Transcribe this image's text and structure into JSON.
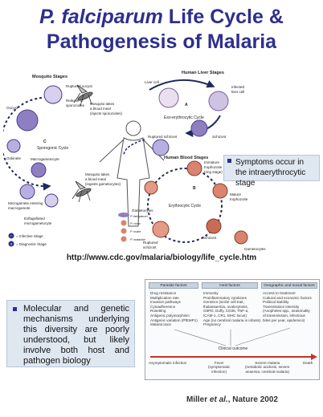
{
  "title": {
    "species": "P. falciparum",
    "rest_line1": " Life Cycle &",
    "line2": "Pathogenesis of Malaria"
  },
  "lifecycle": {
    "mosquito_stages": "Mosquito Stages",
    "human_liver_stages": "Human Liver Stages",
    "human_blood_stages": "Human Blood Stages",
    "ruptured_oocyst": "Ruptured oocyst",
    "release_sporozoites_1": "Release of",
    "release_sporozoites_2": "sporozoites",
    "oocyst": "Oocyst",
    "sporogonic_cycle": "Sporogonic Cycle",
    "ookinete": "Ookinete",
    "macrogametocyte": "Macrogametocyte",
    "microgamete_1": "Microgamete entering",
    "microgamete_2": "macrogamete",
    "exflagellated_1": "Exflagellated",
    "exflagellated_2": "microgametocyte",
    "mosquito_blood_meal_top_1": "Mosquito takes",
    "mosquito_blood_meal_top_2": "a blood meal",
    "mosquito_blood_meal_top_3": "(injects sporozoites)",
    "mosquito_blood_meal_bot_1": "Mosquito takes",
    "mosquito_blood_meal_bot_2": "a blood meal",
    "mosquito_blood_meal_bot_3": "(ingests gametocytes)",
    "liver_cell": "Liver cell",
    "infected_liver_cell_1": "Infected",
    "infected_liver_cell_2": "liver cell",
    "exo_erythrocytic_cycle": "Exo-erythrocytic Cycle",
    "schizont": "Schizont",
    "ruptured_schizont": "Ruptured schizont",
    "immature_trophozoite_1": "Immature",
    "immature_trophozoite_2": "trophozoite",
    "immature_trophozoite_3": "(ring stage)",
    "erythrocytic_cycle": "Erythrocytic Cycle",
    "mature_trophozoite_1": "Mature",
    "mature_trophozoite_2": "trophozoite",
    "ruptured_schizont_blood_1": "Ruptured",
    "ruptured_schizont_blood_2": "schizont",
    "schizont_blood": "Schizont",
    "gametocytes_left": "Gametocytes",
    "gametocytes_right": "Gametocytes",
    "p_falciparum": "P. falciparum",
    "p_vivax": "P. vivax",
    "p_ovale": "P. ovale",
    "p_malariae": "P. malariae",
    "infective_stage": "= Infective Stage",
    "diagnostic_stage": "= Diagnostic Stage",
    "step_marks": [
      "A",
      "B",
      "C",
      "i",
      "d"
    ]
  },
  "symptom_note": "Symptoms occur in the intraerythrocytic stage",
  "url": "http://www.cdc.gov/malaria/biology/life_cycle.htm",
  "mechanisms_note": "Molecular and genetic mechanisms underlying this diversity are poorly understood, but likely involve both host and pathogen biology",
  "factors": {
    "parasite_header": "Parasite factors",
    "host_header": "Host factors",
    "geo_header": "Geographic and social factors",
    "parasite_items": [
      "Drug resistance",
      "Multiplication rate",
      "Invasion pathways",
      "Cytoadherence",
      "Rosetting",
      "Antigenic polymorphism",
      "Antigenic variation (PfEMP1)",
      "Malaria toxin"
    ],
    "host_items": [
      "Immunity",
      "Proinflammatory cytokines",
      "Genetics (sickle cell trait,",
      "  thalassaemia, ovalocytosis,",
      "  G6PD, Duffy, CD36, TNF-α,",
      "  ICAM-1, CR1, MHC locus)",
      "Age (no cerebral malaria in infants)",
      "Pregnancy"
    ],
    "geo_items": [
      "Access to treatment",
      "Cultural and economic factors",
      "Political stability",
      "Transmission intensity",
      "  (Anopheles spp., seasonality",
      "  of transmission, infectious",
      "  bites per year, epidemics)"
    ],
    "clinical_outcome": "Clinical outcome",
    "outcomes": {
      "asymptomatic": "Asymptomatic infection",
      "fever_1": "Fever",
      "fever_2": "(symptomatic",
      "fever_3": "infection)",
      "severe_1": "Severe malaria",
      "severe_2": "(metabolic acidosis, severe",
      "severe_3": "anaemia, cerebral malaria)",
      "death": "Death"
    }
  },
  "citation": {
    "author": "Miller ",
    "etal": "et al.",
    "rest": ", Nature 2002"
  },
  "colors": {
    "title": "#2e2f8c",
    "box_fill": "#dfe7f1",
    "arrow": "#1f2a5a",
    "cell_purple": "#8e7fc2",
    "rbc_red": "#d9846f",
    "outcome_arrow": "#c2332b"
  }
}
